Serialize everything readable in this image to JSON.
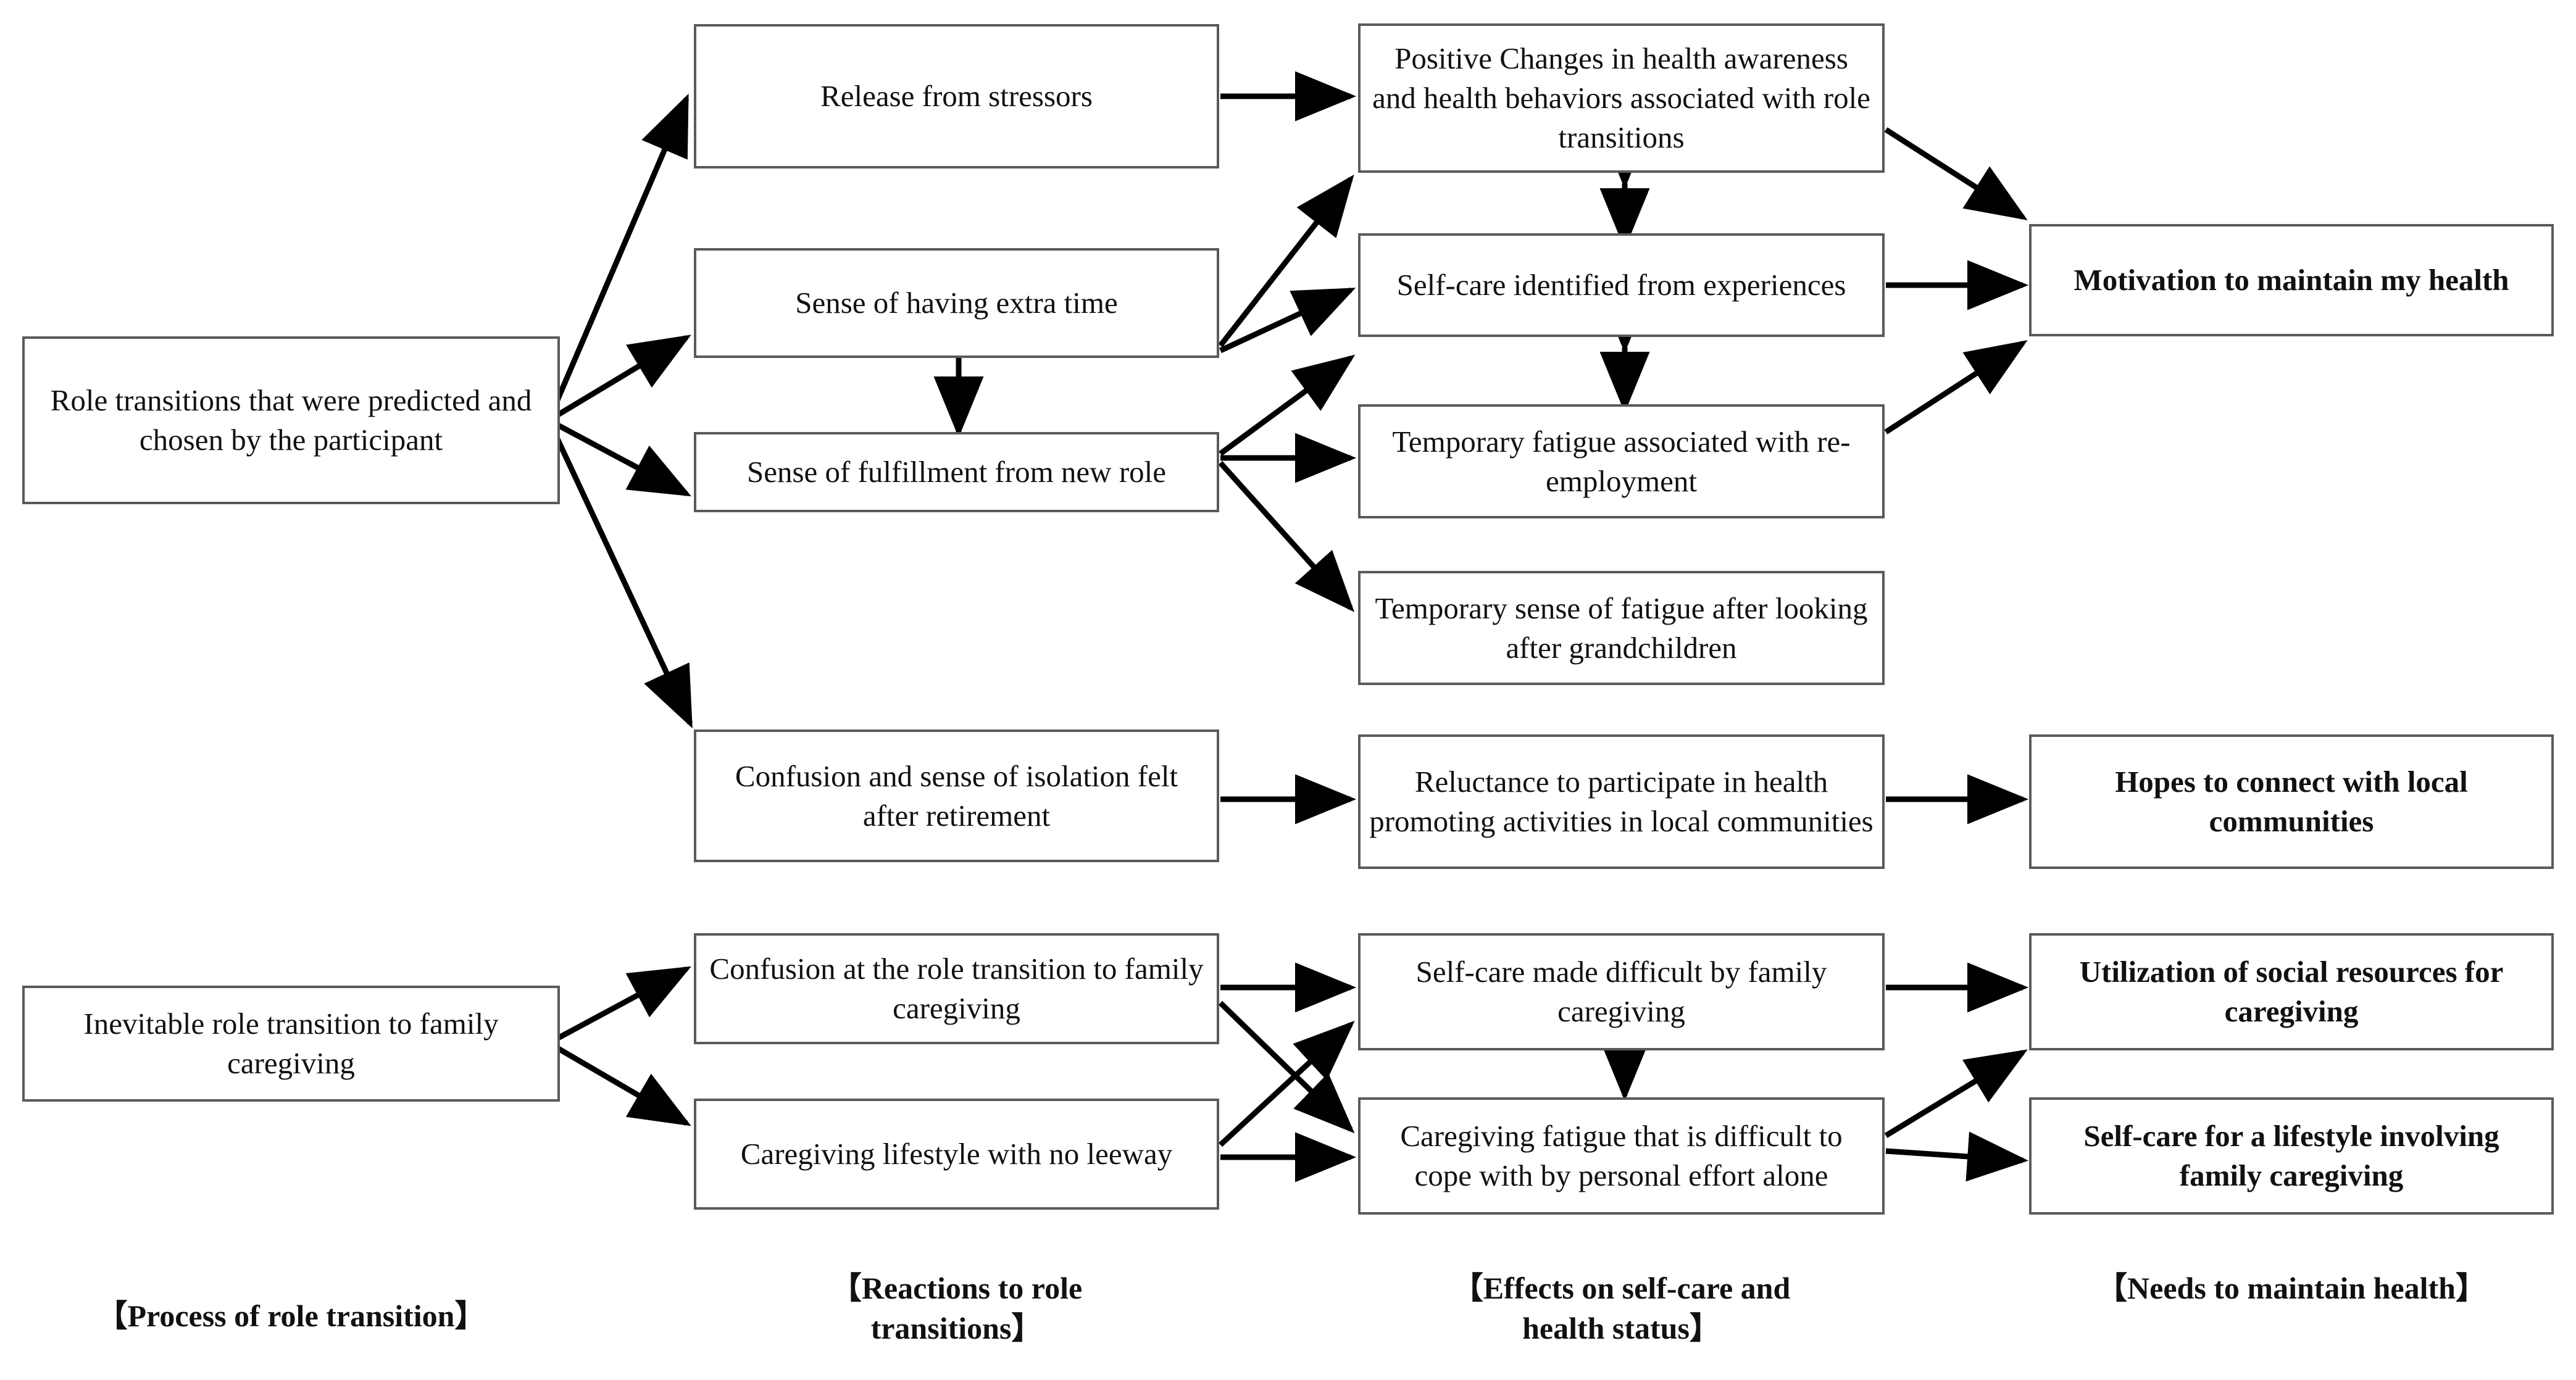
{
  "figure": {
    "type": "flow-diagram",
    "title": "Process of role transition and needs to maintain health",
    "columns": [
      {
        "key": "process",
        "caption": "【Process of role transition】"
      },
      {
        "key": "reactions",
        "caption": "【Reactions to role transitions】"
      },
      {
        "key": "effects",
        "caption": "【Effects on self-care and health status】"
      },
      {
        "key": "needs",
        "caption": "【Needs to maintain health】"
      }
    ],
    "colors": {
      "box_border": "#5a5a5a",
      "arrow": "#000000",
      "text": "#111111",
      "background": "#ffffff"
    }
  },
  "nodes": {
    "role_transitions_predicted": "Role transitions that were predicted and chosen by the participant",
    "release_from_stressors": "Release from stressors",
    "sense_extra_time": "Sense of having extra time",
    "sense_fulfillment": "Sense of fulfillment from new role",
    "confusion_isolation_retirement": "Confusion and sense of isolation felt after retirement",
    "positive_changes": "Positive Changes in health awareness and health behaviors associated with role transitions",
    "self_care_experiences": "Self-care identified from experiences",
    "temporary_fatigue_reemployment": "Temporary fatigue associated with re-employment",
    "temporary_fatigue_grandchildren": "Temporary sense of fatigue after looking after grandchildren",
    "reluctance_participate": "Reluctance to participate in health promoting activities in local communities",
    "motivation_maintain_health": "Motivation to maintain my health",
    "hopes_connect_communities": "Hopes to connect with local communities",
    "inevitable_role_transition": "Inevitable role transition to family caregiving",
    "confusion_role_transition_caregiving": "Confusion at the role transition to family caregiving",
    "caregiving_lifestyle_no_leeway": "Caregiving lifestyle with no leeway",
    "self_care_difficult_caregiving": "Self-care made difficult by family caregiving",
    "caregiving_fatigue_difficult": "Caregiving fatigue that is difficult to cope with by personal effort alone",
    "utilization_social_resources": "Utilization of social resources for caregiving",
    "self_care_lifestyle_caregiving": "Self-care for a lifestyle involving family caregiving"
  },
  "captions": {
    "process": "【Process of role transition】",
    "reactions_line1": "【Reactions to role",
    "reactions_line2": "transitions】",
    "effects_line1": "【Effects on self-care and",
    "effects_line2": "health status】",
    "needs": "【Needs to maintain health】"
  },
  "edges": [
    {
      "from": "role_transitions_predicted",
      "to": "release_from_stressors",
      "style": "single"
    },
    {
      "from": "role_transitions_predicted",
      "to": "sense_extra_time",
      "style": "single"
    },
    {
      "from": "role_transitions_predicted",
      "to": "sense_fulfillment",
      "style": "single"
    },
    {
      "from": "role_transitions_predicted",
      "to": "confusion_isolation_retirement",
      "style": "single"
    },
    {
      "from": "release_from_stressors",
      "to": "positive_changes",
      "style": "single"
    },
    {
      "from": "sense_extra_time",
      "to": "positive_changes",
      "style": "single"
    },
    {
      "from": "sense_extra_time",
      "to": "self_care_experiences",
      "style": "single"
    },
    {
      "from": "sense_fulfillment",
      "to": "self_care_experiences",
      "style": "single"
    },
    {
      "from": "sense_fulfillment",
      "to": "temporary_fatigue_reemployment",
      "style": "single"
    },
    {
      "from": "sense_fulfillment",
      "to": "temporary_fatigue_grandchildren",
      "style": "single"
    },
    {
      "from": "sense_extra_time",
      "to": "sense_fulfillment",
      "style": "double-vertical"
    },
    {
      "from": "positive_changes",
      "to": "self_care_experiences",
      "style": "double-vertical"
    },
    {
      "from": "self_care_experiences",
      "to": "temporary_fatigue_reemployment",
      "style": "double-vertical"
    },
    {
      "from": "positive_changes",
      "to": "motivation_maintain_health",
      "style": "single"
    },
    {
      "from": "self_care_experiences",
      "to": "motivation_maintain_health",
      "style": "single"
    },
    {
      "from": "temporary_fatigue_reemployment",
      "to": "motivation_maintain_health",
      "style": "single"
    },
    {
      "from": "confusion_isolation_retirement",
      "to": "reluctance_participate",
      "style": "single"
    },
    {
      "from": "reluctance_participate",
      "to": "hopes_connect_communities",
      "style": "single"
    },
    {
      "from": "inevitable_role_transition",
      "to": "confusion_role_transition_caregiving",
      "style": "single"
    },
    {
      "from": "inevitable_role_transition",
      "to": "caregiving_lifestyle_no_leeway",
      "style": "single"
    },
    {
      "from": "confusion_role_transition_caregiving",
      "to": "self_care_difficult_caregiving",
      "style": "single"
    },
    {
      "from": "confusion_role_transition_caregiving",
      "to": "caregiving_fatigue_difficult",
      "style": "single"
    },
    {
      "from": "caregiving_lifestyle_no_leeway",
      "to": "self_care_difficult_caregiving",
      "style": "single"
    },
    {
      "from": "caregiving_lifestyle_no_leeway",
      "to": "caregiving_fatigue_difficult",
      "style": "single"
    },
    {
      "from": "self_care_difficult_caregiving",
      "to": "caregiving_fatigue_difficult",
      "style": "single-vertical"
    },
    {
      "from": "self_care_difficult_caregiving",
      "to": "utilization_social_resources",
      "style": "single"
    },
    {
      "from": "caregiving_fatigue_difficult",
      "to": "utilization_social_resources",
      "style": "single"
    },
    {
      "from": "caregiving_fatigue_difficult",
      "to": "self_care_lifestyle_caregiving",
      "style": "single"
    }
  ]
}
